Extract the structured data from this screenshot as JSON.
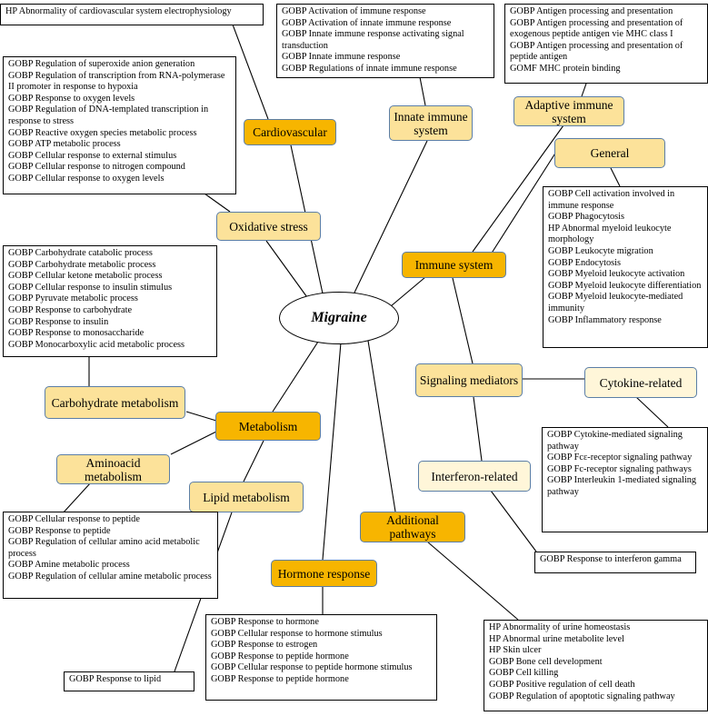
{
  "center": {
    "label": "Migraine"
  },
  "categories": {
    "cardiovascular": "Cardiovascular",
    "innate": "Innate immune system",
    "adaptive": "Adaptive immune system",
    "general": "General",
    "oxidative": "Oxidative stress",
    "immune": "Immune system",
    "signaling": "Signaling mediators",
    "cytokine": "Cytokine-related",
    "carbohydrate": "Carbohydrate metabolism",
    "metabolism": "Metabolism",
    "aminoacid": "Aminoacid metabolism",
    "lipid": "Lipid metabolism",
    "interferon": "Interferon-related",
    "additional": "Additional pathways",
    "hormone": "Hormone response"
  },
  "term_boxes": {
    "hp_cardio": [
      "HP Abnormality of cardiovascular system electrophysiology"
    ],
    "innate": [
      "GOBP Activation of immune response",
      "GOBP Activation of innate immune response",
      "GOBP Innate immune response activating signal transduction",
      "GOBP Innate immune response",
      "GOBP Regulations of innate immune response"
    ],
    "adaptive": [
      "GOBP Antigen processing and presentation",
      "GOBP Antigen processing and presentation of exogenous peptide antigen vie MHC class I",
      "GOBP Antigen processing and presentation of peptide antigen",
      "GOMF MHC protein binding"
    ],
    "oxidative": [
      "GOBP Regulation of superoxide anion generation",
      "GOBP Regulation of transcription from RNA-polymerase II promoter in response to hypoxia",
      "GOBP Response to oxygen levels",
      "GOBP Regulation of DNA-templated transcription in response to stress",
      "GOBP Reactive oxygen species metabolic process",
      "GOBP ATP metabolic process",
      "GOBP Cellular response to external stimulus",
      "GOBP Cellular response to nitrogen compound",
      "GOBP Cellular response to oxygen levels"
    ],
    "general": [
      "GOBP Cell activation involved in immune response",
      "GOBP Phagocytosis",
      "HP Abnormal myeloid leukocyte morphology",
      "GOBP Leukocyte migration",
      "GOBP Endocytosis",
      "GOBP Myeloid leukocyte activation",
      "GOBP Myeloid leukocyte differentiation",
      "GOBP Myeloid leukocyte-mediated immunity",
      "GOBP Inflammatory response"
    ],
    "carbohydrate": [
      "GOBP Carbohydrate catabolic process",
      "GOBP Carbohydrate metabolic process",
      "GOBP Cellular ketone metabolic process",
      "GOBP Cellular response to insulin stimulus",
      "GOBP Pyruvate metabolic process",
      "GOBP Response to carbohydrate",
      "GOBP Response to insulin",
      "GOBP Response to monosaccharide",
      "GOBP Monocarboxylic acid metabolic process"
    ],
    "cytokine": [
      "GOBP Cytokine-mediated signaling pathway",
      "GOBP Fcε-receptor signaling pathway",
      "GOBP Fc-receptor signaling pathways",
      "GOBP Interleukin 1-mediated signaling pathway"
    ],
    "aminoacid": [
      "GOBP Cellular response to peptide",
      "GOBP Response to peptide",
      "GOBP Regulation of cellular amino acid metabolic process",
      "GOBP Amine metabolic process",
      "GOBP Regulation of cellular amine metabolic process"
    ],
    "interferon": [
      "GOBP Response to interferon gamma"
    ],
    "lipid": [
      "GOBP Response to lipid"
    ],
    "hormone": [
      "GOBP Response to hormone",
      "GOBP Cellular response to hormone stimulus",
      "GOBP Response to estrogen",
      "GOBP Response to peptide hormone",
      "GOBP Cellular response to peptide hormone stimulus",
      "GOBP Response to peptide hormone"
    ],
    "additional": [
      "HP Abnormality of urine homeostasis",
      "HP Abnormal urine metabolite level",
      "HP Skin ulcer",
      "GOBP Bone cell development",
      "GOBP Cell killing",
      "GOBP Positive regulation of cell death",
      "GOBP Regulation of apoptotic signaling pathway"
    ]
  }
}
